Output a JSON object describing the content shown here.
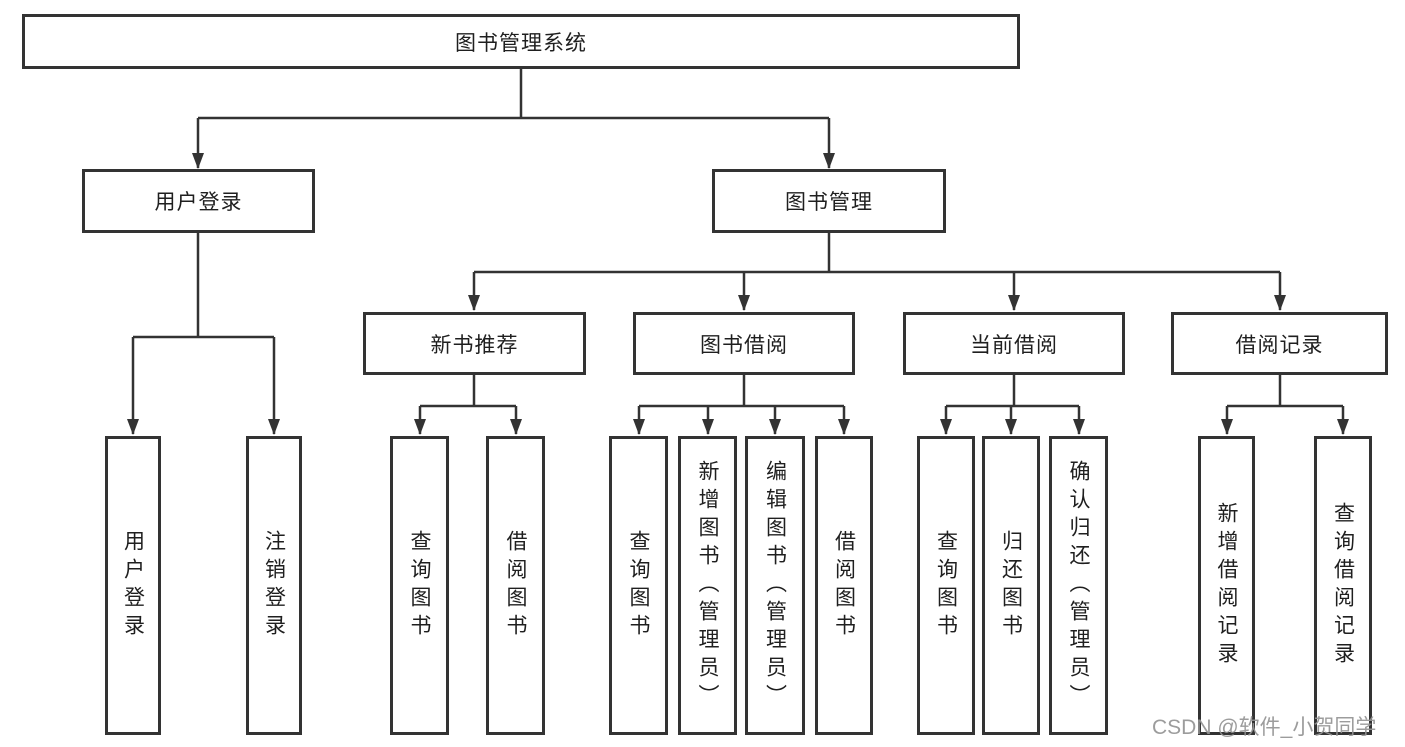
{
  "tree": {
    "root": {
      "label": "图书管理系统",
      "children": [
        {
          "label": "用户登录",
          "children": [
            {
              "label": "用户登录"
            },
            {
              "label": "注销登录"
            }
          ]
        },
        {
          "label": "图书管理",
          "children": [
            {
              "label": "新书推荐",
              "children": [
                {
                  "label": "查询图书"
                },
                {
                  "label": "借阅图书"
                }
              ]
            },
            {
              "label": "图书借阅",
              "children": [
                {
                  "label": "查询图书"
                },
                {
                  "label": "新增图书（管理员）"
                },
                {
                  "label": "编辑图书（管理员）"
                },
                {
                  "label": "借阅图书"
                }
              ]
            },
            {
              "label": "当前借阅",
              "children": [
                {
                  "label": "查询图书"
                },
                {
                  "label": "归还图书"
                },
                {
                  "label": "确认归还（管理员）"
                }
              ]
            },
            {
              "label": "借阅记录",
              "children": [
                {
                  "label": "新增借阅记录"
                },
                {
                  "label": "查询借阅记录"
                }
              ]
            }
          ]
        }
      ]
    }
  },
  "watermark": {
    "text": "CSDN @软件_小贺同学"
  },
  "colors": {
    "line": "#333333",
    "box_border": "#333333",
    "text": "#1f1f1f",
    "watermark": "#949494",
    "background": "#ffffff"
  }
}
